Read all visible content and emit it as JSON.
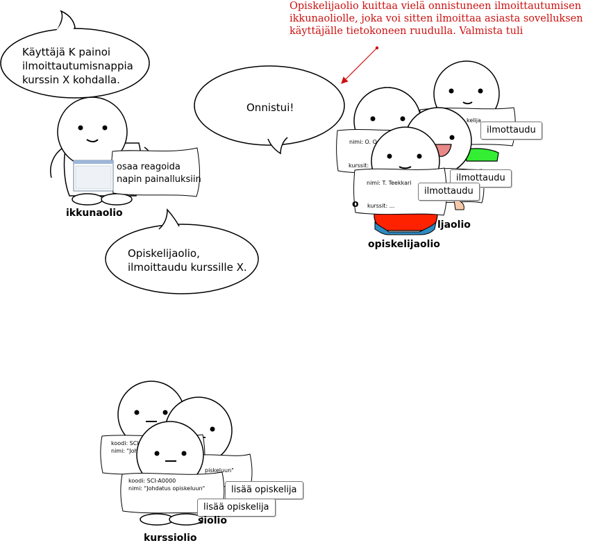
{
  "annotation": {
    "text": "Opiskelijaolio kuittaa vielä onnistuneen ilmoittautumisen\nikkunaoliolle, joka voi sitten ilmoittaa asiasta sovelluksen\nkäyttäjälle tietokoneen ruudulla. Valmista tuli",
    "color": "#cc1111"
  },
  "bubbles": {
    "user_click": "Käyttäjä K painoi\nilmoittautumisnappia\nkurssin X kohdalla.",
    "success": "Onnistui!",
    "enroll_request": "Opiskelijaolio,\nilmoittaudu kurssille X."
  },
  "window_object": {
    "card_text": "osaa reagoida\nnapin painalluksiin",
    "label": "ikkunaolio"
  },
  "student_objects": {
    "card_back_name": "nimi: O. O",
    "card_back_courses": "kurssit:",
    "card_right_partial": "kelija",
    "card_front_name": "nimi: T. Teekkari",
    "card_front_courses": "kurssit: ...",
    "button_back": "ilmottaudu",
    "button_mid": "ilmottaudu",
    "button_front": "ilmottaudu",
    "label_back": "ljaolio",
    "label_back_left": "o",
    "label": "opiskelijaolio"
  },
  "course_objects": {
    "card_back_code": "koodi:  SCI",
    "card_back_name": "nimi: \"Joh",
    "card_mid_partial": "piskeluun\"",
    "card_front_code": "koodi:  SCI-A0000",
    "card_front_name": "nimi: \"Johdatus opiskeluun\"",
    "button_back": "lisää opiskelija",
    "button_front": "lisää opiskelija",
    "label_back": "siolio",
    "label": "kurssiolio"
  },
  "colors": {
    "annotation": "#cc1111",
    "shirt_green": "#33ee33",
    "shirt_red": "#ff2200",
    "pants_blue": "#2e8bc0",
    "tongue": "#e88888"
  }
}
